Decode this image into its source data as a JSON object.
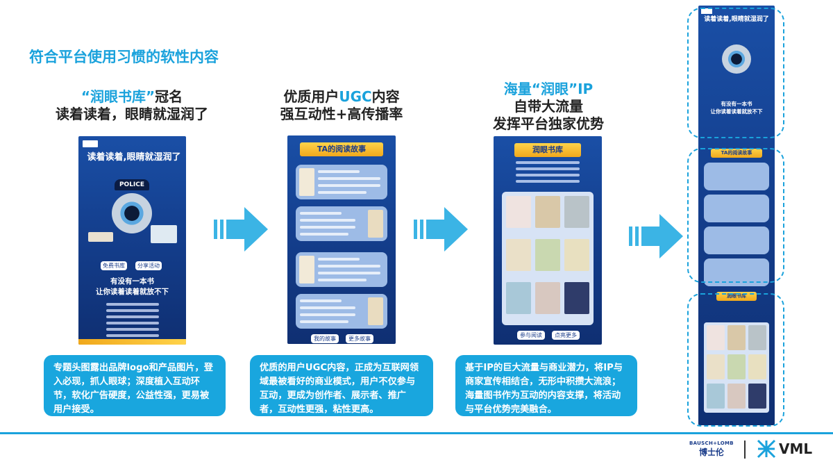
{
  "page_title": "符合平台使用习惯的软性内容",
  "col1": {
    "heading_line1_blue": "“润眼书库”",
    "heading_line1_rest": "冠名",
    "heading_line2": "读着读着，眼睛就湿润了",
    "poster_title": "读着读着,眼睛就湿润了",
    "poster_badge": "POLICE",
    "poster_tag1": "免费书库",
    "poster_tag2": "分享活动",
    "poster_slogan1": "有没有一本书",
    "poster_slogan2": "让你读着读着就放不下",
    "desc": "专题头图露出品牌logo和产品图片，登入必现，抓人眼球；深度植入互动环节，软化广告硬度，公益性强，更易被用户接受。"
  },
  "col2": {
    "heading_line1_pre": "优质用户",
    "heading_line1_blue": "UGC",
    "heading_line1_post": "内容",
    "heading_line2": "强互动性+高传播率",
    "ribbon": "TA的阅读故事",
    "btn1": "我的故事",
    "btn2": "更多故事",
    "desc": "优质的用户UGC内容，正成为互联网领域最被看好的商业模式，用户不仅参与互动，更成为创作者、展示者、推广者，互动性更强，粘性更高。"
  },
  "col3": {
    "heading_line1_pre": "海量“润眼”",
    "heading_line1_blue": "IP",
    "heading_line2": "自带大流量",
    "heading_line3": "发挥平台独家优势",
    "ribbon": "润眼书库",
    "btn1": "参与阅读",
    "btn2": "点亮更多",
    "desc": "基于IP的巨大流量与商业潜力，将IP与商家宣传相结合，无形中积攒大流浪；海量图书作为互动的内容支撑，将活动与平台优势完美融合。"
  },
  "col4": {
    "poster_title": "读着读着,眼睛就湿润了",
    "ribbon1": "TA的阅读故事",
    "ribbon2": "润眼书库",
    "slogan1": "有没有一本书",
    "slogan2": "让你读着读着就放不下"
  },
  "footer": {
    "brand_en": "BAUSCH+LOMB",
    "brand_cn": "博士伦",
    "agency": "VML"
  },
  "colors": {
    "accent": "#1aa2dc",
    "poster_blue": "#143f8e",
    "gold": "#f0a81c"
  }
}
